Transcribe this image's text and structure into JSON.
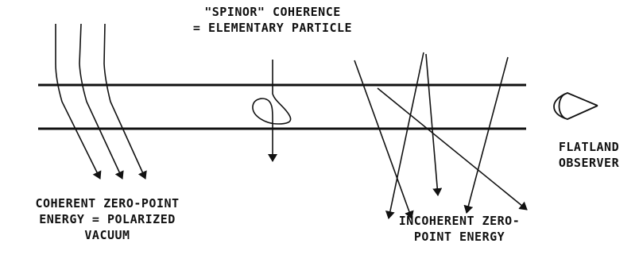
{
  "labels": {
    "spinor_line1": "\"SPINOR\" COHERENCE",
    "spinor_line2": "= ELEMENTARY PARTICLE",
    "coherent_line1": "COHERENT ZERO-POINT",
    "coherent_line2": "ENERGY = POLARIZED",
    "coherent_line3": "VACUUM",
    "observer_line1": "FLATLAND",
    "observer_line2": "OBSERVER",
    "incoherent_line1": "INCOHERENT ZERO-",
    "incoherent_line2": "POINT ENERGY"
  },
  "colors": {
    "ink": "#111111",
    "background": "#ffffff"
  }
}
